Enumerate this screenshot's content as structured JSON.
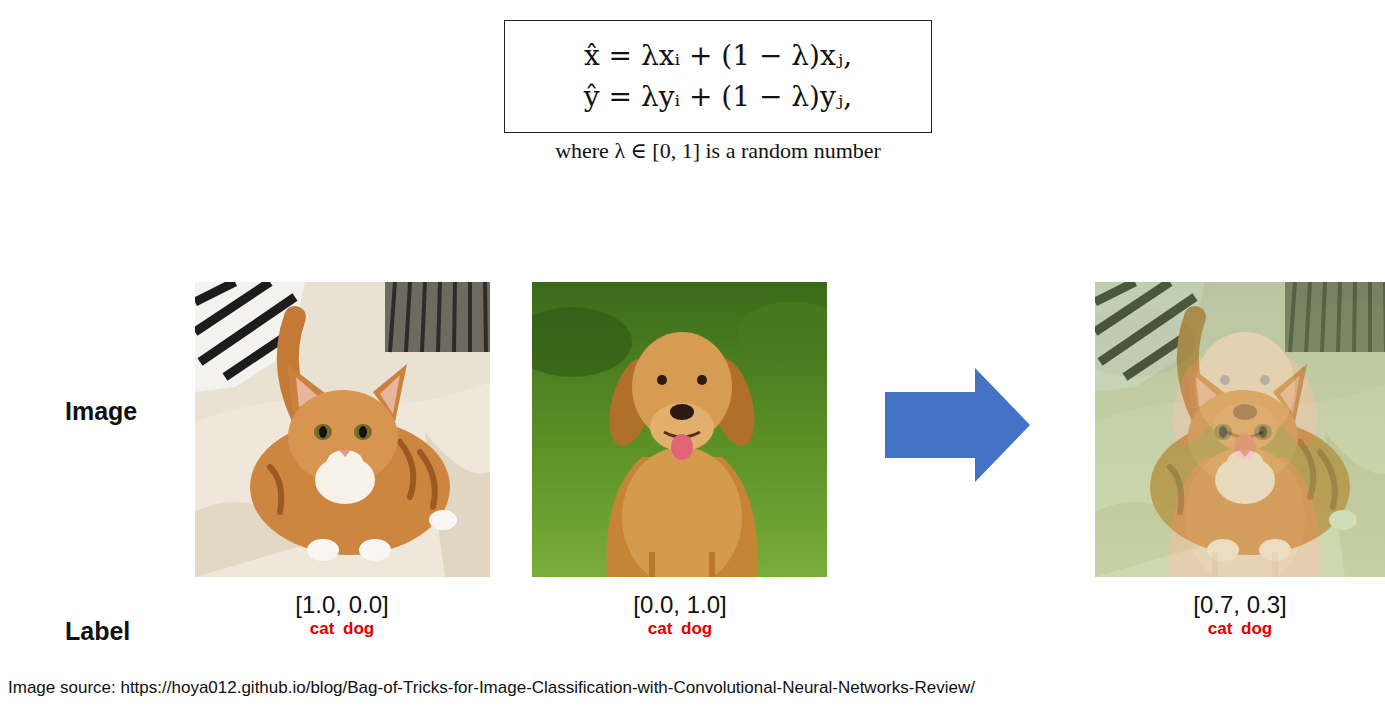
{
  "diagram": {
    "nodes": [
      {
        "text": [
          "x̂ = λxᵢ + (1 − λ)xⱼ,",
          "ŷ = λyᵢ + (1 − λ)yⱼ,"
        ]
      }
    ],
    "labels": [
      "where λ ∈ [0, 1] is a random number",
      "Image",
      "Label",
      "[1.0, 0.0]",
      "cat dog",
      "[0.0, 1.0]",
      "cat dog",
      "[0.7, 0.3]",
      "cat dog",
      "Image source: https://hoya012.github.io/blog/Bag-of-Tricks-for-Image-Classification-with-Convolutional-Neural-Networks-Review/"
    ]
  }
}
